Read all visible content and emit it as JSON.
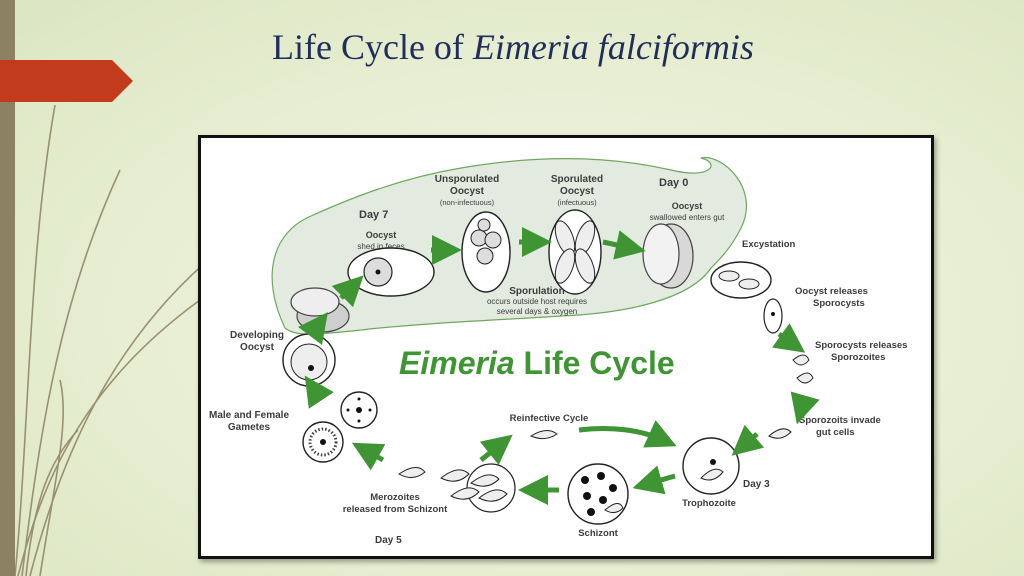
{
  "slide": {
    "title_prefix": "Life Cycle of ",
    "title_species": "Eimeria falciformis"
  },
  "diagram": {
    "center_title_bold": "Eimeria",
    "center_title_rest": " Life Cycle",
    "labels": {
      "unsporulated": "Unsporulated",
      "unsporulated_oocyst": "Oocyst",
      "unsporulated_note": "(non-infectuous)",
      "sporulated": "Sporulated",
      "sporulated_oocyst": "Oocyst",
      "sporulated_note": "(infectuous)",
      "day0": "Day 0",
      "oocyst_swallowed": "Oocyst",
      "swallowed_note": "swallowed enters gut",
      "day7": "Day 7",
      "oocyst_shed": "Oocyst",
      "shed_note": "shed in feces",
      "sporulation": "Sporulation",
      "sporulation_note_1": "occurs outside host requires",
      "sporulation_note_2": "several days & oxygen",
      "excystation": "Excystation",
      "releases_sporocysts_1": "Oocyst releases",
      "releases_sporocysts_2": "Sporocysts",
      "releases_sporozoites_1": "Sporocysts releases",
      "releases_sporozoites_2": "Sporozoites",
      "invade_1": "Sporozoits invade",
      "invade_2": "gut cells",
      "developing_1": "Developing",
      "developing_2": "Oocyst",
      "gametes_1": "Male and Female",
      "gametes_2": "Gametes",
      "reinfective": "Reinfective Cycle",
      "merozoites_1": "Merozoites",
      "merozoites_2": "released from Schizont",
      "schizont": "Schizont",
      "trophozoite": "Trophozoite",
      "day3": "Day 3",
      "day5": "Day 5"
    },
    "colors": {
      "arrow_green": "#3f9434",
      "title_green": "#3f9434",
      "blob_fill": "#e3ebe0",
      "blob_stroke": "#6ea85f"
    }
  }
}
